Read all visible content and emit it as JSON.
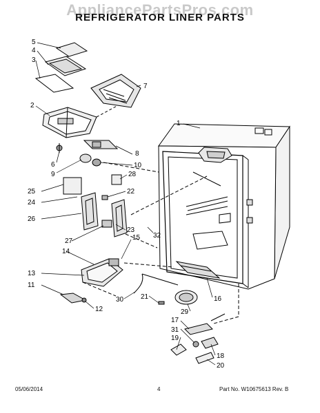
{
  "watermark": "AppliancePartsPros.com",
  "title": "REFRIGERATOR LINER PARTS",
  "callouts": [
    "1",
    "2",
    "3",
    "4",
    "5",
    "6",
    "7",
    "8",
    "9",
    "10",
    "11",
    "12",
    "13",
    "14",
    "15",
    "16",
    "17",
    "18",
    "19",
    "20",
    "21",
    "22",
    "23",
    "24",
    "25",
    "26",
    "27",
    "28",
    "29",
    "30",
    "31",
    "32"
  ],
  "footer": {
    "date": "05/06/2014",
    "page": "4",
    "part_info": "Part No. W10675613  Rev. B"
  }
}
